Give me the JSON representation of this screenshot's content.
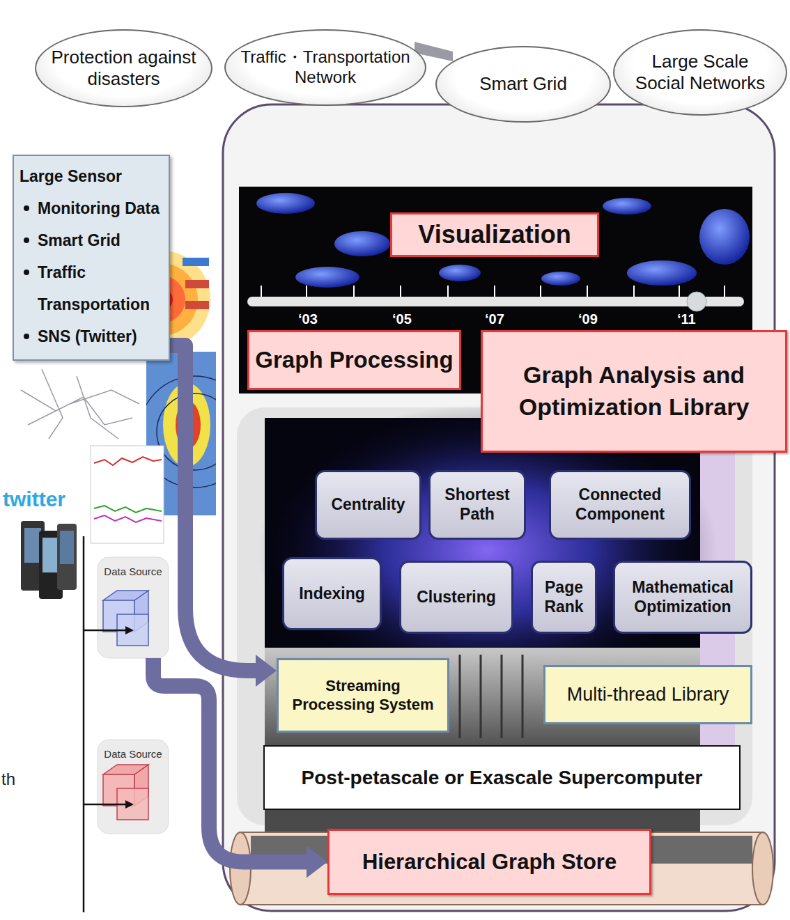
{
  "diagram": {
    "nodes": [
      {
        "text": [
          "Protection against disasters"
        ]
      },
      {
        "text": [
          "Traffic・Transportation Network"
        ]
      },
      {
        "text": [
          "Smart Grid"
        ]
      },
      {
        "text": [
          "Large Scale Social Networks"
        ]
      },
      {
        "text": [
          "Large Sensor",
          "Monitoring Data",
          "Smart Grid",
          "Traffic Transportation",
          "SNS (Twitter)"
        ]
      },
      {
        "text": [
          "Data Source"
        ]
      },
      {
        "text": [
          "Data Source"
        ]
      },
      {
        "text": [
          "Visualization"
        ]
      },
      {
        "text": [
          "Graph Processing"
        ]
      },
      {
        "text": [
          "Graph Analysis and Optimization Library"
        ]
      },
      {
        "text": [
          "Centrality"
        ]
      },
      {
        "text": [
          "Shortest Path"
        ]
      },
      {
        "text": [
          "Connected Component"
        ]
      },
      {
        "text": [
          "Indexing"
        ]
      },
      {
        "text": [
          "Clustering"
        ]
      },
      {
        "text": [
          "Page Rank"
        ]
      },
      {
        "text": [
          "Mathematical Optimization"
        ]
      },
      {
        "text": [
          "Streaming Processing System"
        ]
      },
      {
        "text": [
          "Multi-thread Library"
        ]
      },
      {
        "text": [
          "Post-petascale or Exascale Supercomputer"
        ]
      },
      {
        "text": [
          "Hierarchical Graph Store"
        ]
      }
    ],
    "edges": [
      {
        "from": 4,
        "to": 17,
        "arrow": "to"
      },
      {
        "from": 5,
        "to": 20,
        "arrow": "to"
      }
    ],
    "labels": [
      "‘03",
      "‘05",
      "‘07",
      "‘09",
      "‘11",
      "twitter",
      "th"
    ]
  }
}
